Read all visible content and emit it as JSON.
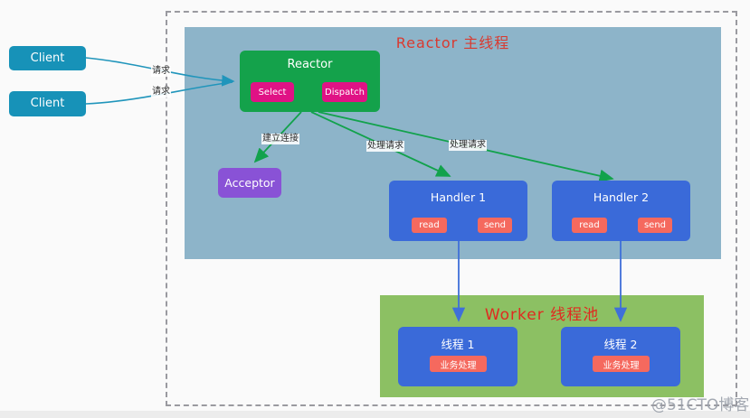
{
  "clients": [
    {
      "label": "Client"
    },
    {
      "label": "Client"
    }
  ],
  "main_region": {
    "title": "Reactor 主线程",
    "reactor": {
      "title": "Reactor",
      "select_label": "Select",
      "dispatch_label": "Dispatch"
    },
    "acceptor_label": "Acceptor",
    "handlers": [
      {
        "title": "Handler 1",
        "read_label": "read",
        "send_label": "send"
      },
      {
        "title": "Handler 2",
        "read_label": "read",
        "send_label": "send"
      }
    ]
  },
  "worker_region": {
    "title": "Worker 线程池",
    "threads": [
      {
        "title": "线程 1",
        "task_label": "业务处理"
      },
      {
        "title": "线程 2",
        "task_label": "业务处理"
      }
    ]
  },
  "edge_labels": {
    "client1_request": "请求",
    "client2_request": "请求",
    "establish_connection": "建立连接",
    "handle_request_1": "处理请求",
    "handle_request_2": "处理请求"
  },
  "watermark": "@51CTO博客",
  "colors": {
    "client_box": "#1792b8",
    "main_region_bg": "#8db4c9",
    "reactor_box": "#14a24b",
    "reactor_button": "#e01285",
    "acceptor_box": "#8952d6",
    "handler_box": "#3a6ad9",
    "handler_button": "#f5695e",
    "worker_region_bg": "#8cc063",
    "region_title_red": "#d93a30",
    "teal_arrow": "#2095bb",
    "green_arrow": "#12a24c",
    "blue_arrow": "#3f6fd9"
  }
}
